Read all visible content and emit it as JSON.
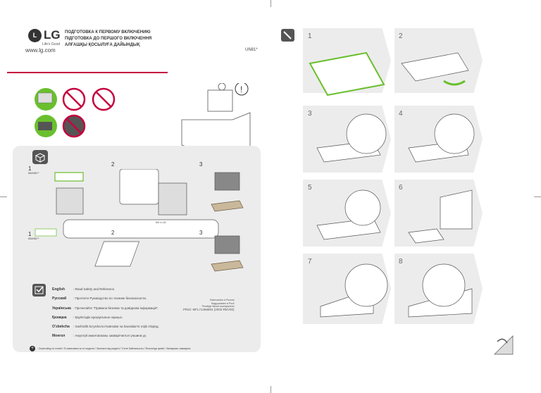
{
  "header": {
    "logo_text": "LG",
    "logo_tagline": "Life's Good",
    "titles": [
      "ПОДГОТОВКА К ПЕРВОМУ ВКЛЮЧЕНИЮ",
      "ПІДГОТОВКА ДО ПЕРШОГО ВКЛЮЧЕННЯ",
      "АЛҒАШҚЫ ҚОСЫЛУҒА ДАЙЫНДЫҚ"
    ],
    "website": "www.lg.com",
    "model": "UN81*"
  },
  "unpack": {
    "steps_a": [
      {
        "num": "1",
        "sub": "65UN81**"
      },
      {
        "num": "2"
      },
      {
        "num": "3"
      }
    ],
    "steps_b": [
      {
        "num": "1",
        "sub": "65UN81**"
      },
      {
        "num": "2"
      },
      {
        "num": "3"
      }
    ],
    "screw_label": "M4 x L16"
  },
  "safety": {
    "items": [
      {
        "lang": "English",
        "text": ": Read Safety and Reference."
      },
      {
        "lang": "Русский",
        "text": ": Прочтите Руководство по технике безопасности."
      },
      {
        "lang": "Українська",
        "text": ": Прочитайте \"Правила безпеки та довідкова інформація\"."
      },
      {
        "lang": "Қазақша",
        "text": ": Қауіпсіздік нұсқаулығын оқыңыз."
      },
      {
        "lang": "O'zbekcha",
        "text": ": Xavfsizlik bo'yicha ko'rsatmalar va havolalar'ni o'qib chiqing."
      },
      {
        "lang": "Монгол",
        "text": ": Аюулгүй ажиллагааны заавар/чиглэл уншина уу."
      }
    ],
    "origin": [
      "Напечатано в России",
      "Надруковано в Росії",
      "Ресейде басып шығарылған"
    ],
    "part_no": "P/NO: MFL71466804 (2002-REV00)",
    "footnote": ": Depending on model / В зависимости от модели / Залежно від моделі / Үлгіге байланысты / Rusumiga qarab / Загвараас хамаарна"
  },
  "steps_right": [
    "1",
    "2",
    "3",
    "4",
    "5",
    "6",
    "7",
    "8"
  ],
  "colors": {
    "accent": "#6abf2e",
    "red": "#c5003e",
    "panel": "#ececec"
  }
}
